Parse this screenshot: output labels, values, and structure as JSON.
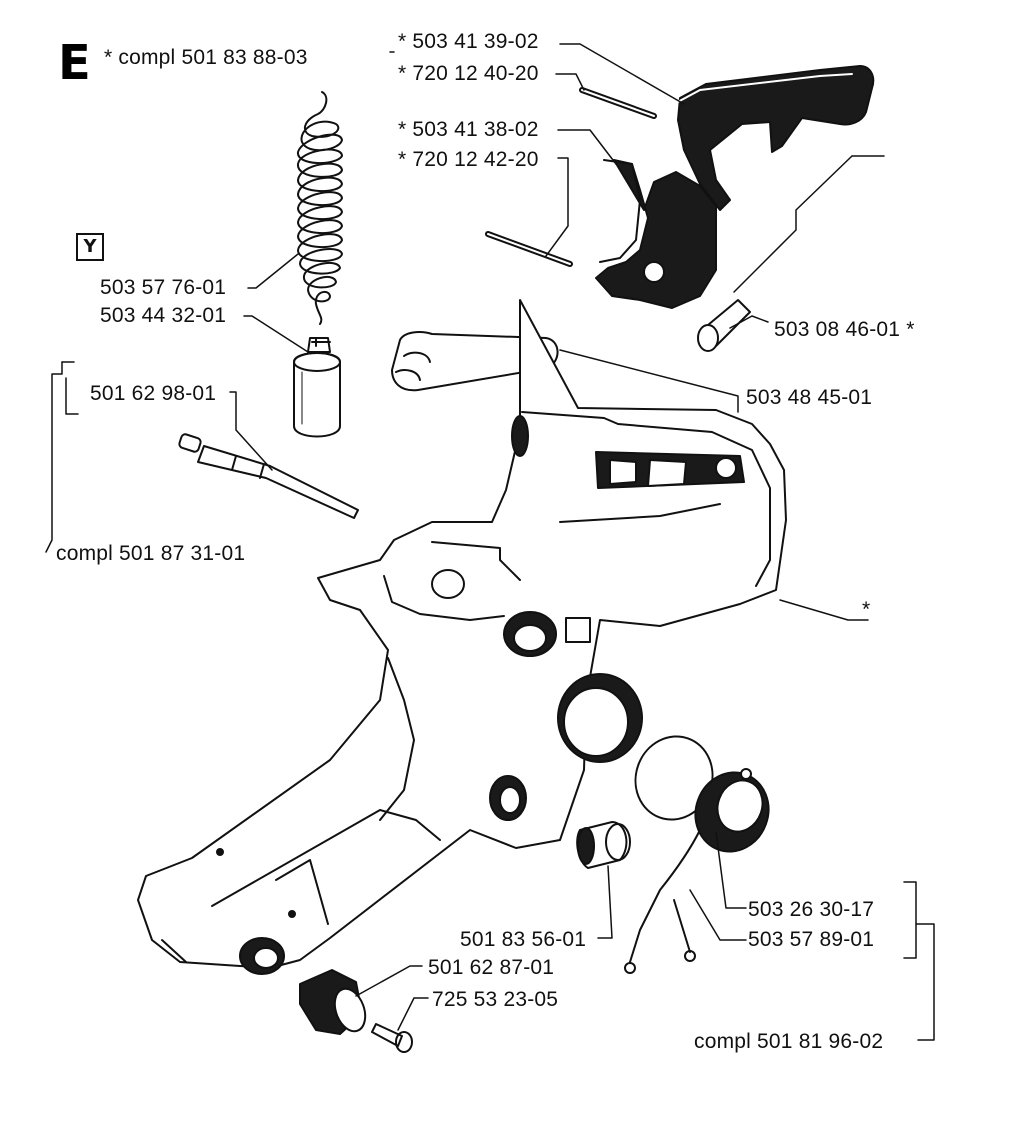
{
  "section": {
    "letter": "E",
    "kit_label": "* compl 501 83 88-03"
  },
  "symbol_box": "Y",
  "parts": [
    {
      "id": "p1",
      "text": "* 503 41 39-02"
    },
    {
      "id": "p2",
      "text": "* 720 12 40-20"
    },
    {
      "id": "p3",
      "text": "* 503 41 38-02"
    },
    {
      "id": "p4",
      "text": "* 720 12 42-20"
    },
    {
      "id": "p5",
      "text": "503 57 76-01"
    },
    {
      "id": "p6",
      "text": "503 44 32-01"
    },
    {
      "id": "p7",
      "text": "503 08 46-01 *"
    },
    {
      "id": "p8",
      "text": "501 62 98-01"
    },
    {
      "id": "p9",
      "text": "503 48 45-01"
    },
    {
      "id": "p10",
      "text": "compl 501 87 31-01"
    },
    {
      "id": "p11",
      "text": "*"
    },
    {
      "id": "p12",
      "text": "503 26 30-17"
    },
    {
      "id": "p13",
      "text": "503 57 89-01"
    },
    {
      "id": "p14",
      "text": "501 83 56-01"
    },
    {
      "id": "p15",
      "text": "501 62 87-01"
    },
    {
      "id": "p16",
      "text": "725 53 23-05"
    },
    {
      "id": "p17",
      "text": "compl 501 81 96-02"
    }
  ]
}
